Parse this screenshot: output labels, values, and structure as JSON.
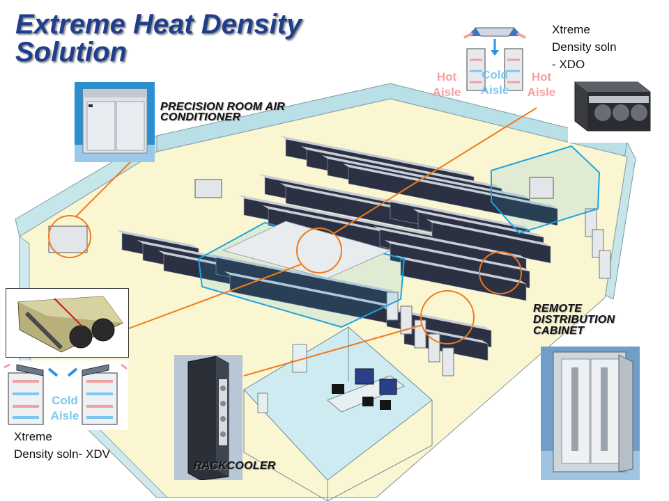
{
  "title": {
    "line1": "Extreme Heat Density",
    "line2": "Solution"
  },
  "labels": {
    "precision_line1": "PRECISION ROOM AIR",
    "precision_line2": "CONDITIONER",
    "remote_line1": "REMOTE",
    "remote_line2": "DISTRIBUTION",
    "remote_line3": "CABINET",
    "rackcooler": "RACKCOOLER",
    "xdo_line1": "Xtreme",
    "xdo_line2": "Density soln",
    "xdo_line3": "- XDO",
    "xdv_line1": "Xtreme",
    "xdv_line2": "Density soln- XDV"
  },
  "aisles": {
    "hot": "Hot",
    "cold": "Cold",
    "aisle": "Aisle"
  },
  "colors": {
    "title": "#1f3e8c",
    "hot_aisle": "#f4a0a0",
    "cold_aisle": "#7ec8f0",
    "callout_line": "#f07a1a",
    "floor": "#fbf6d2",
    "wall": "#c8e8ec",
    "rack": "#2b3142",
    "cage": "#1aa6e0"
  }
}
